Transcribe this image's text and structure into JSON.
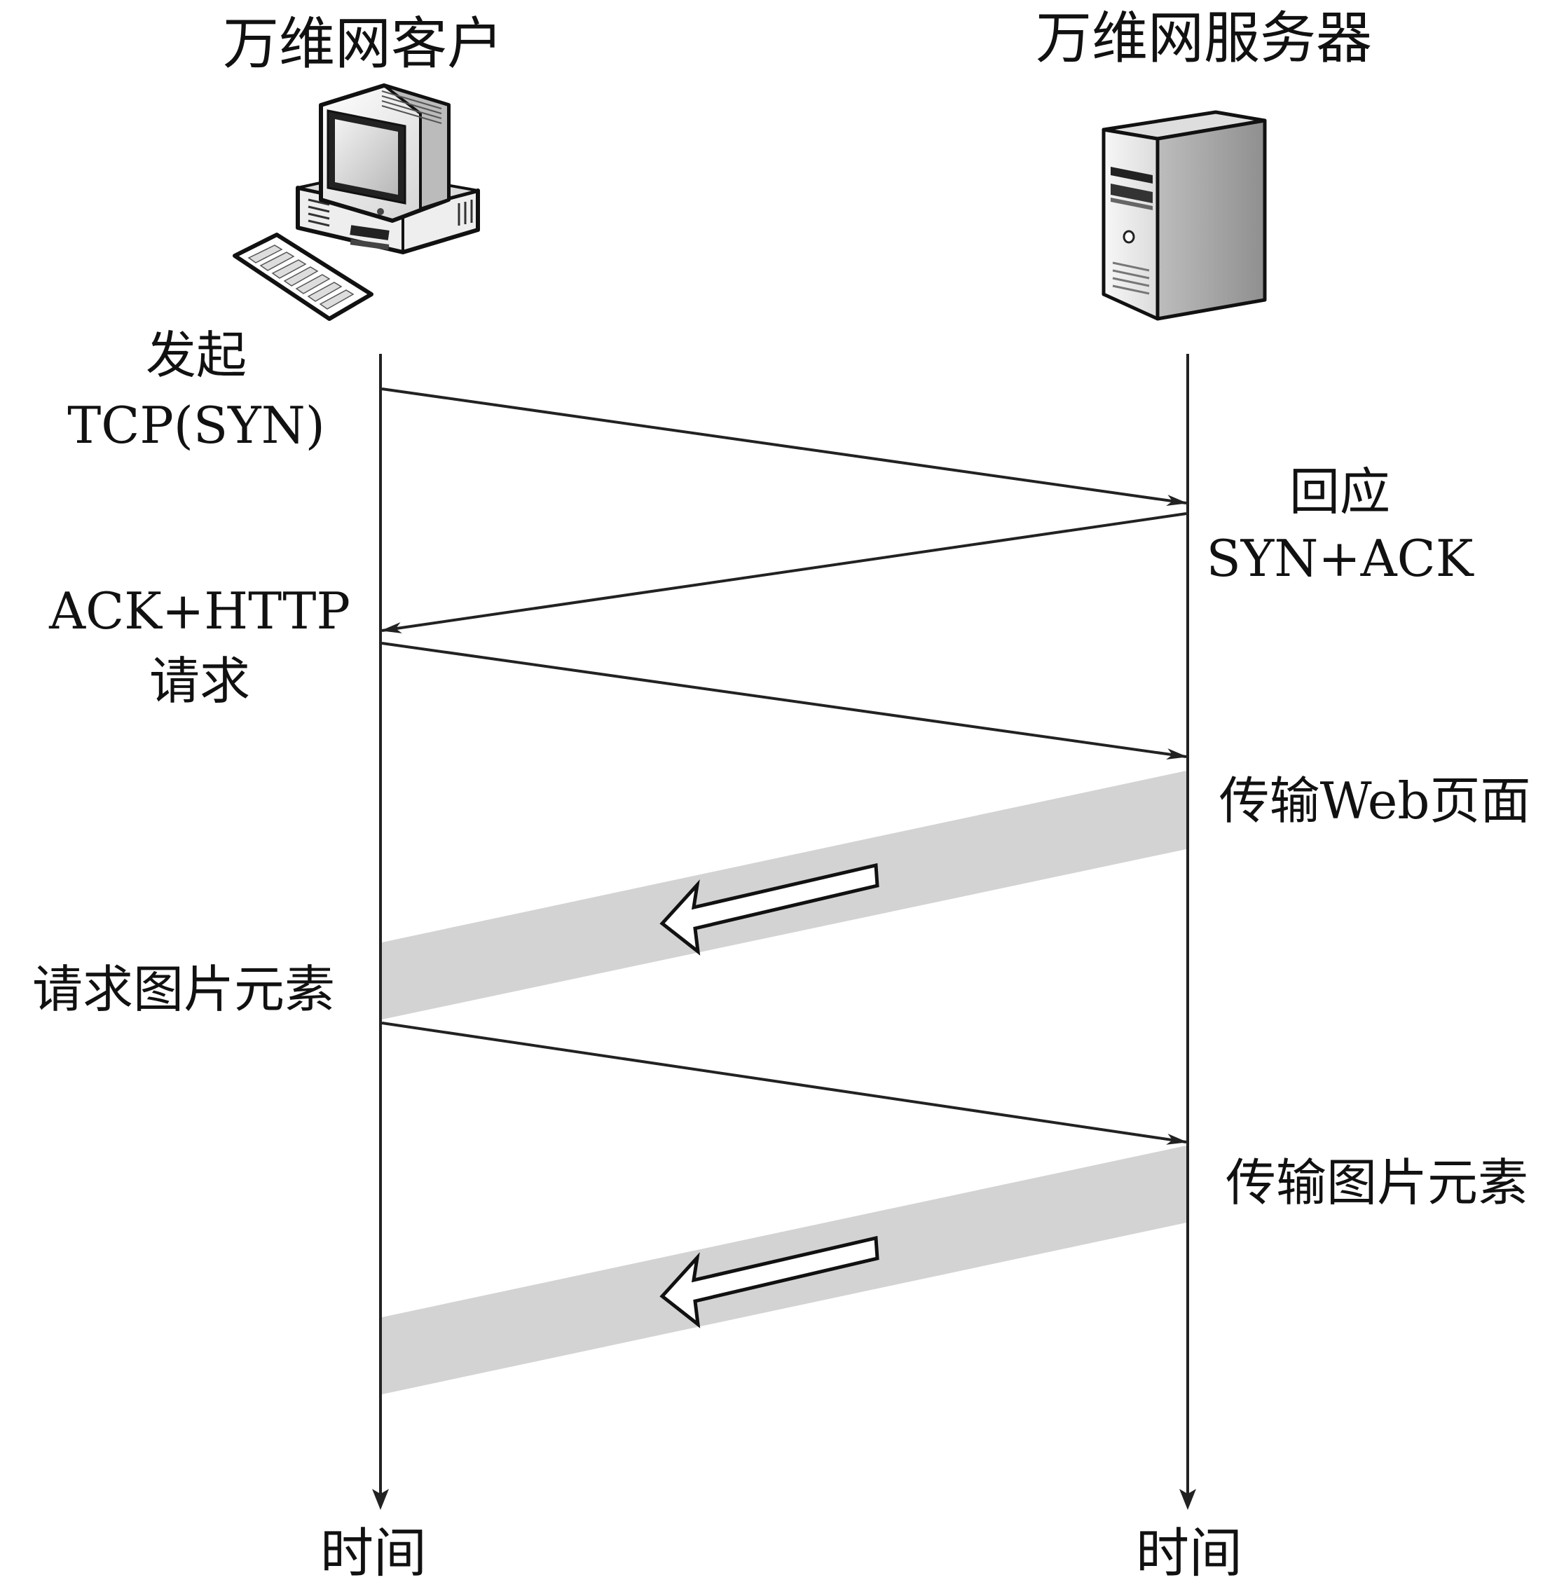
{
  "participants": {
    "client": {
      "title": "万维网客户",
      "icon": "desktop-computer-icon",
      "timeline_label": "时间"
    },
    "server": {
      "title": "万维网服务器",
      "icon": "tower-server-icon",
      "timeline_label": "时间"
    }
  },
  "steps": {
    "syn": {
      "label_line1": "发起",
      "label_line2": "TCP(SYN)"
    },
    "synack": {
      "label_line1": "回应",
      "label_line2": "SYN+ACK"
    },
    "request": {
      "label_line1": "ACK+HTTP",
      "label_line2": "请求"
    },
    "web_page": {
      "label": "传输Web页面"
    },
    "image_request": {
      "label": "请求图片元素"
    },
    "image_transfer": {
      "label": "传输图片元素"
    }
  },
  "colors": {
    "line": "#222222",
    "transfer_band": "#d3d3d3"
  }
}
